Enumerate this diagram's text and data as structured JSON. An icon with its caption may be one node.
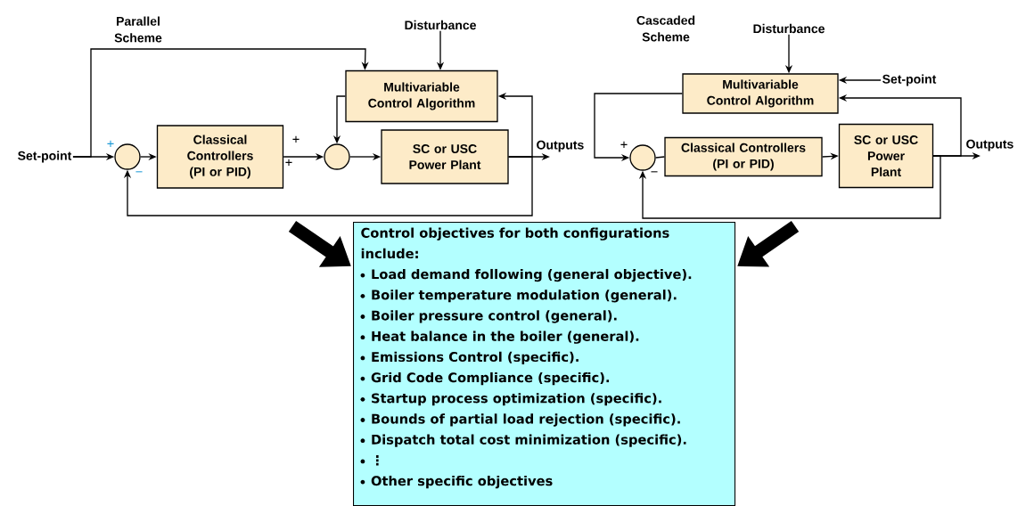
{
  "diagram": {
    "nodes": [
      {
        "text": [
          "Set-point"
        ]
      },
      {
        "text": [],
        "shape": "circle"
      },
      {
        "text": [
          "Classical Controllers (PI or PID)"
        ]
      },
      {
        "text": [],
        "shape": "circle"
      },
      {
        "text": [
          "SC or USC Power Plant"
        ]
      },
      {
        "text": [
          "Multivariable Control Algorithm"
        ]
      },
      {
        "text": [
          "Disturbance"
        ]
      },
      {
        "text": [
          "Multivariable Control Algorithm"
        ]
      },
      {
        "text": [
          "Disturbance"
        ]
      },
      {
        "text": [
          "Set-point"
        ]
      },
      {
        "text": [],
        "shape": "circle"
      },
      {
        "text": [
          "Classical Controllers (PI or PID)"
        ]
      },
      {
        "text": [
          "SC or USC Power Plant"
        ]
      },
      {
        "text": [
          "Control objectives for both configurations include:",
          "Load demand following (general objective).",
          "Boiler temperature modulation (general).",
          "Boiler pressure control (general).",
          "Heat balance in the boiler (general).",
          "Emissions Control (specific).",
          "Grid Code Compliance (specific).",
          "Startup process optimization (specific).",
          "Bounds of partial load rejection (specific).",
          "Dispatch total cost minimization (specific).",
          "⋮",
          "Other specific objectives"
        ]
      },
      {
        "text": [
          "Outputs"
        ]
      },
      {
        "text": [
          "Outputs"
        ]
      }
    ],
    "edges": [
      {
        "from": 0,
        "to": 1,
        "arrow": "to"
      },
      {
        "from": 0,
        "to": 5,
        "arrow": "to"
      },
      {
        "from": 1,
        "to": 2,
        "arrow": "to"
      },
      {
        "from": 2,
        "to": 3,
        "arrow": "to"
      },
      {
        "from": 3,
        "to": 4,
        "arrow": "to"
      },
      {
        "from": 5,
        "to": 3,
        "arrow": "to"
      },
      {
        "from": 6,
        "to": 5,
        "arrow": "to"
      },
      {
        "from": 4,
        "to": 14,
        "arrow": "to"
      },
      {
        "from": 4,
        "to": 5,
        "arrow": "to"
      },
      {
        "from": 4,
        "to": 1,
        "arrow": "to"
      },
      {
        "from": 7,
        "to": 10,
        "arrow": "to"
      },
      {
        "from": 8,
        "to": 7,
        "arrow": "to"
      },
      {
        "from": 9,
        "to": 7,
        "arrow": "to"
      },
      {
        "from": 10,
        "to": 11,
        "arrow": "none"
      },
      {
        "from": 11,
        "to": 12,
        "arrow": "to"
      },
      {
        "from": 12,
        "to": 15,
        "arrow": "to"
      },
      {
        "from": 12,
        "to": 7,
        "arrow": "to"
      },
      {
        "from": 12,
        "to": 10,
        "arrow": "to"
      },
      {
        "from": null,
        "to": 13,
        "arrow": "to",
        "style": "thick"
      },
      {
        "from": null,
        "to": 13,
        "arrow": "to",
        "style": "thick"
      }
    ],
    "labels": [
      "Parallel Scheme",
      "+",
      "−",
      "+",
      "+",
      "Cascaded Scheme",
      "+",
      "−"
    ]
  }
}
